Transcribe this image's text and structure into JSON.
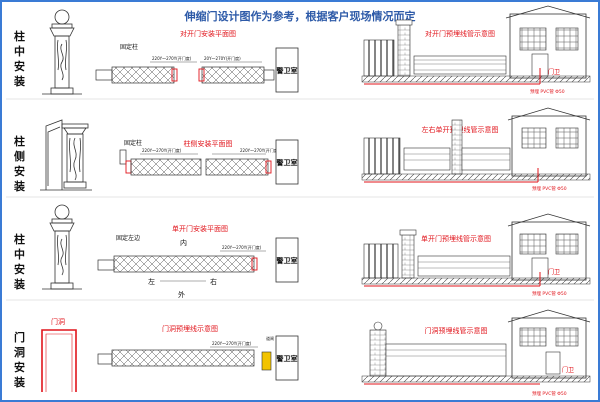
{
  "header": {
    "title": "伸缩门设计图作为参考，根据客户现场情况而定"
  },
  "side_labels": [
    {
      "chars": [
        "柱",
        "中",
        "安",
        "装"
      ]
    },
    {
      "chars": [
        "柱",
        "侧",
        "安",
        "装"
      ]
    },
    {
      "chars": [
        "柱",
        "中",
        "安",
        "装"
      ]
    },
    {
      "chars": [
        "门",
        "洞",
        "安",
        "装"
      ]
    }
  ],
  "plans": [
    {
      "title": "对开门安装平面图",
      "post_label": "固定柱",
      "dim_a": "220Y～270Y(开门度)",
      "dim_b": "20Y～270Y(开门度)",
      "guard": "警卫室"
    },
    {
      "title": "柱侧安装平面图",
      "post_label": "固定柱",
      "dim_a": "220Y～270Y(开门度)",
      "dim_b": "220Y～270Y(开门度)",
      "guard": "警卫室"
    },
    {
      "title": "单开门安装平面图",
      "post_label": "固定左边",
      "dim_a": "220Y～270Y(开门度)",
      "guard": "警卫室",
      "inside": "内",
      "outside": "外",
      "left": "左",
      "right": "右"
    },
    {
      "title": "门洞预埋线示意图",
      "door_label": "门洞",
      "dim_a": "220Y～270Y(开门度)",
      "box_label": "道闸",
      "guard": "警卫室"
    }
  ],
  "elevations": [
    {
      "title": "对开门预埋线管示意图",
      "door": "门卫",
      "pipe": "预埋 PVC管 Φ50"
    },
    {
      "title": "左右单开预埋线管示意图",
      "pipe": "预埋 PVC管 Φ50"
    },
    {
      "title": "单开门预埋线管示意图",
      "door": "门卫",
      "pipe": "预埋 PVC管 Φ50"
    },
    {
      "title": "门洞预埋线管示意图",
      "door": "门卫",
      "pipe": "预埋 PVC管 Φ50"
    }
  ],
  "colors": {
    "accent_red": "#e1141b",
    "title_blue": "#2d5aa8",
    "frame_blue": "#3a7bd5"
  }
}
